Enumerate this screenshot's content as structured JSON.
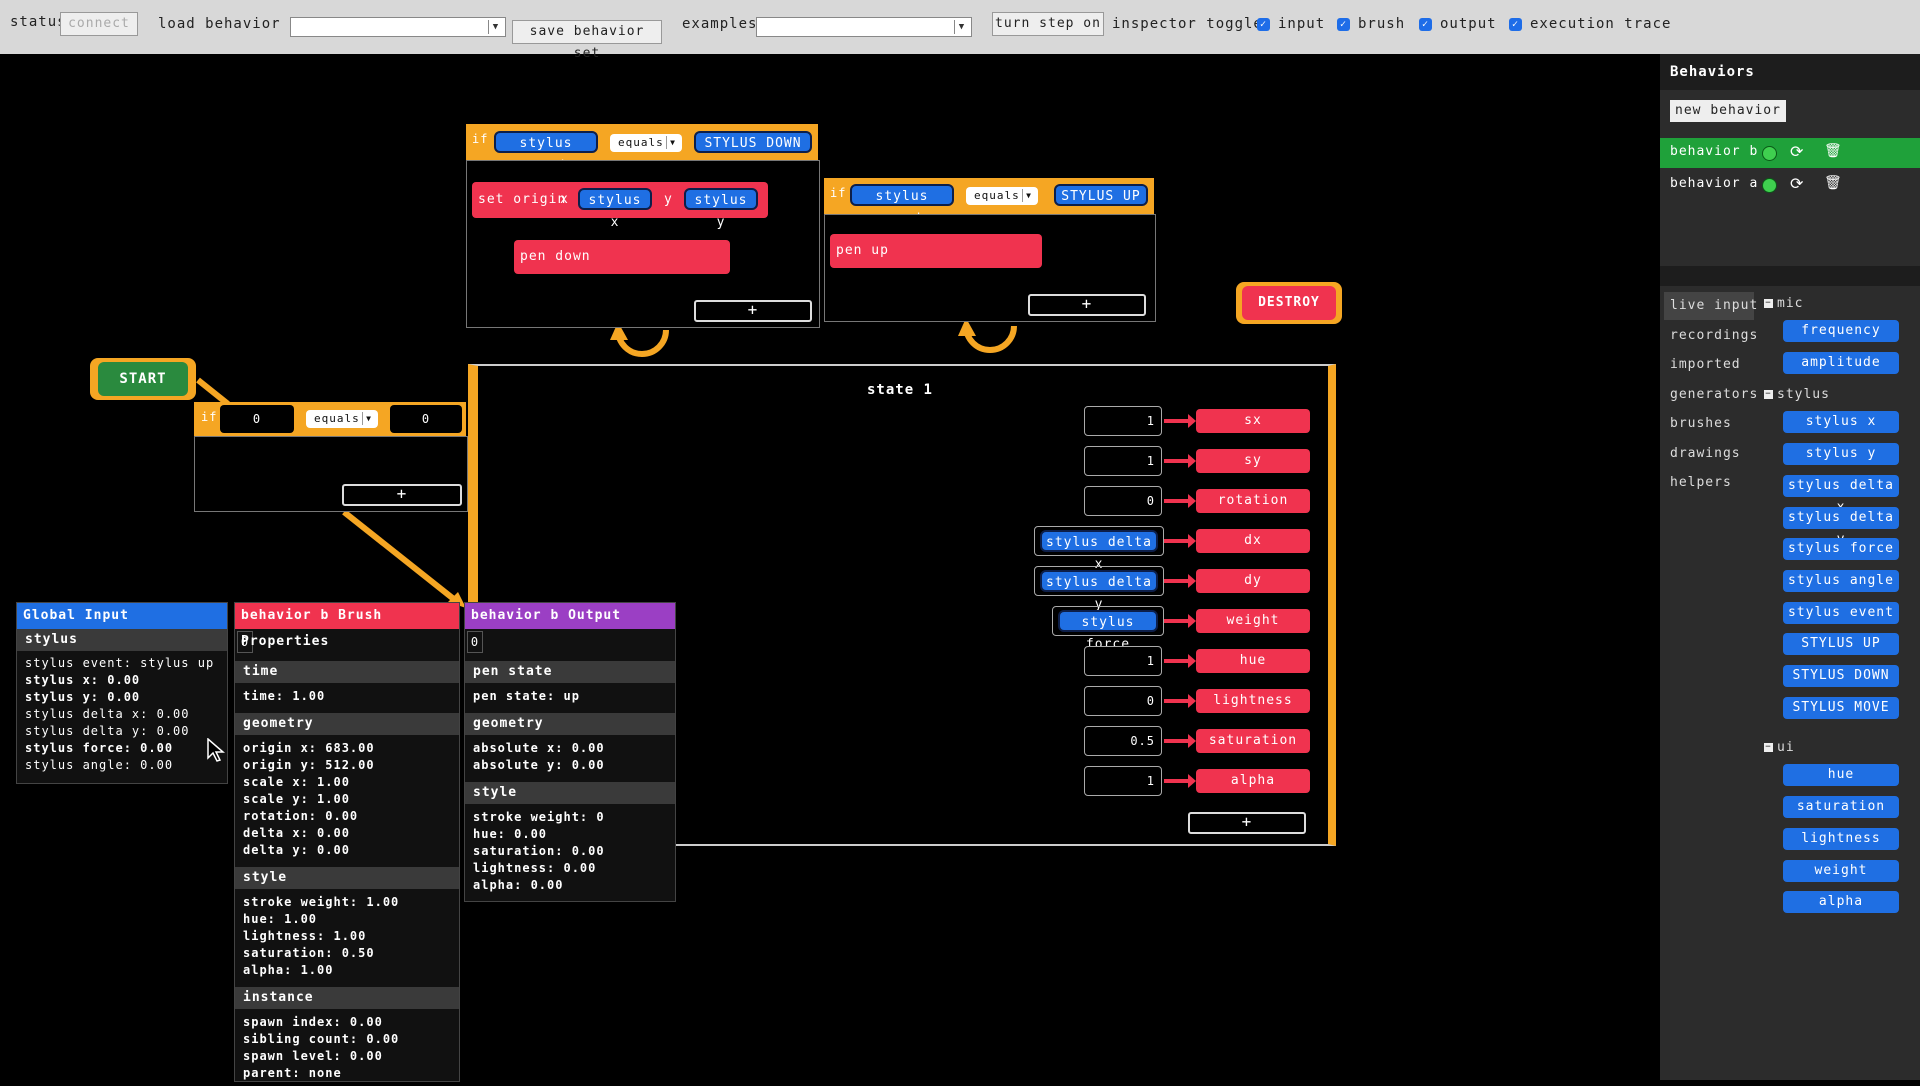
{
  "toolbar": {
    "status_label": "status",
    "connect_label": "connect",
    "load_label": "load behavior set",
    "load_selected": "",
    "save_label": "save behavior set",
    "examples_label": "examples",
    "examples_selected": "",
    "turn_step_label": "turn step on",
    "inspector_label": "inspector toggle:",
    "toggles": [
      {
        "label": "input",
        "checked": true
      },
      {
        "label": "brush",
        "checked": true
      },
      {
        "label": "output",
        "checked": true
      },
      {
        "label": "execution trace",
        "checked": true
      }
    ]
  },
  "canvas": {
    "start_label": "START",
    "destroy_label": "DESTROY",
    "state_title": "state 1",
    "cond_start": {
      "if": "if",
      "left": "0",
      "op": "equals",
      "right": "0",
      "plus": "+"
    },
    "trans_down": {
      "if": "if",
      "left": "stylus event",
      "op": "equals",
      "right": "STYLUS DOWN",
      "set_origin": "set origin",
      "x_label": "x",
      "x_val": "stylus x",
      "y_label": "y",
      "y_val": "stylus y",
      "action": "pen down",
      "plus": "+"
    },
    "trans_up": {
      "if": "if",
      "left": "stylus event",
      "op": "equals",
      "right": "STYLUS UP",
      "action": "pen up",
      "plus": "+"
    },
    "mappings": [
      {
        "input": "1",
        "input_is_ref": false,
        "target": "sx"
      },
      {
        "input": "1",
        "input_is_ref": false,
        "target": "sy"
      },
      {
        "input": "0",
        "input_is_ref": false,
        "target": "rotation"
      },
      {
        "input": "stylus delta x",
        "input_is_ref": true,
        "target": "dx"
      },
      {
        "input": "stylus delta y",
        "input_is_ref": true,
        "target": "dy"
      },
      {
        "input": "stylus force",
        "input_is_ref": true,
        "target": "weight"
      },
      {
        "input": "1",
        "input_is_ref": false,
        "target": "hue"
      },
      {
        "input": "0",
        "input_is_ref": false,
        "target": "lightness"
      },
      {
        "input": "0.5",
        "input_is_ref": false,
        "target": "saturation"
      },
      {
        "input": "1",
        "input_is_ref": false,
        "target": "alpha"
      }
    ],
    "mappings_plus": "+"
  },
  "inspector": {
    "global": {
      "title": "Global Input",
      "section": "stylus",
      "rows": [
        {
          "text": "stylus event: stylus up",
          "bold": false
        },
        {
          "text": "stylus x: 0.00",
          "bold": true
        },
        {
          "text": "stylus y: 0.00",
          "bold": true
        },
        {
          "text": "stylus delta x: 0.00",
          "bold": false
        },
        {
          "text": "stylus delta y: 0.00",
          "bold": false
        },
        {
          "text": "stylus force: 0.00",
          "bold": true
        },
        {
          "text": "stylus angle: 0.00",
          "bold": false
        }
      ]
    },
    "brush": {
      "title": "behavior b Brush Properties",
      "index": "0",
      "sections": [
        {
          "name": "time",
          "rows": [
            "time: 1.00"
          ]
        },
        {
          "name": "geometry",
          "rows": [
            "origin x: 683.00",
            "origin y: 512.00",
            "scale x: 1.00",
            "scale y: 1.00",
            "rotation: 0.00",
            "delta x: 0.00",
            "delta y: 0.00"
          ]
        },
        {
          "name": "style",
          "rows": [
            "stroke weight: 1.00",
            "hue: 1.00",
            "lightness: 1.00",
            "saturation: 0.50",
            "alpha: 1.00"
          ]
        },
        {
          "name": "instance",
          "rows": [
            "spawn index: 0.00",
            "sibling count: 0.00",
            "spawn level: 0.00",
            "parent: none"
          ]
        }
      ]
    },
    "output": {
      "title": "behavior b Output",
      "index": "0",
      "sections": [
        {
          "name": "pen state",
          "rows": [
            "pen state: up"
          ]
        },
        {
          "name": "geometry",
          "rows": [
            "absolute x: 0.00",
            "absolute y: 0.00"
          ]
        },
        {
          "name": "style",
          "rows": [
            "stroke weight: 0",
            "hue: 0.00",
            "saturation: 0.00",
            "lightness: 0.00",
            "alpha: 0.00"
          ]
        }
      ]
    }
  },
  "sidebar": {
    "title": "Behaviors",
    "new_label": "new behavior",
    "behaviors": [
      {
        "name": "behavior b",
        "active": true
      },
      {
        "name": "behavior a",
        "active": false
      }
    ],
    "categories": [
      "live input",
      "recordings",
      "imported",
      "generators",
      "brushes",
      "drawings",
      "helpers"
    ],
    "groups": [
      {
        "name": "mic",
        "items": [
          "frequency",
          "amplitude"
        ]
      },
      {
        "name": "stylus",
        "items": [
          "stylus x",
          "stylus y",
          "stylus delta x",
          "stylus delta y",
          "stylus force",
          "stylus angle",
          "stylus event",
          "STYLUS UP",
          "STYLUS DOWN",
          "STYLUS MOVE"
        ]
      },
      {
        "name": "ui",
        "items": [
          "hue",
          "saturation",
          "lightness",
          "weight",
          "alpha"
        ]
      }
    ]
  },
  "colors": {
    "accent": "#f5a623",
    "blue": "#1f6fe3",
    "red": "#f0334f",
    "green_active": "#1fa13a",
    "start_green": "#2a8a3e"
  }
}
